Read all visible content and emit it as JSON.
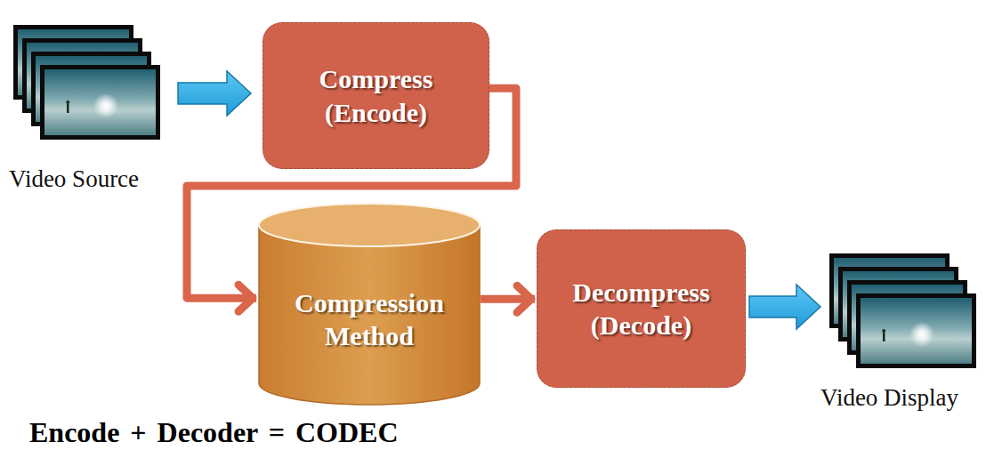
{
  "diagram": {
    "caption": "Encode + Decoder = CODEC",
    "nodes": [
      {
        "text": [
          "Compress (Encode)"
        ]
      },
      {
        "text": [
          "Compression Method"
        ]
      },
      {
        "text": [
          "Decompress (Decode)"
        ]
      }
    ],
    "edges": [
      {
        "from": 0,
        "to": 1,
        "arrow": "to"
      },
      {
        "from": 1,
        "to": 2,
        "arrow": "to"
      }
    ],
    "labels": [
      "Video Source",
      "Video Display"
    ]
  }
}
